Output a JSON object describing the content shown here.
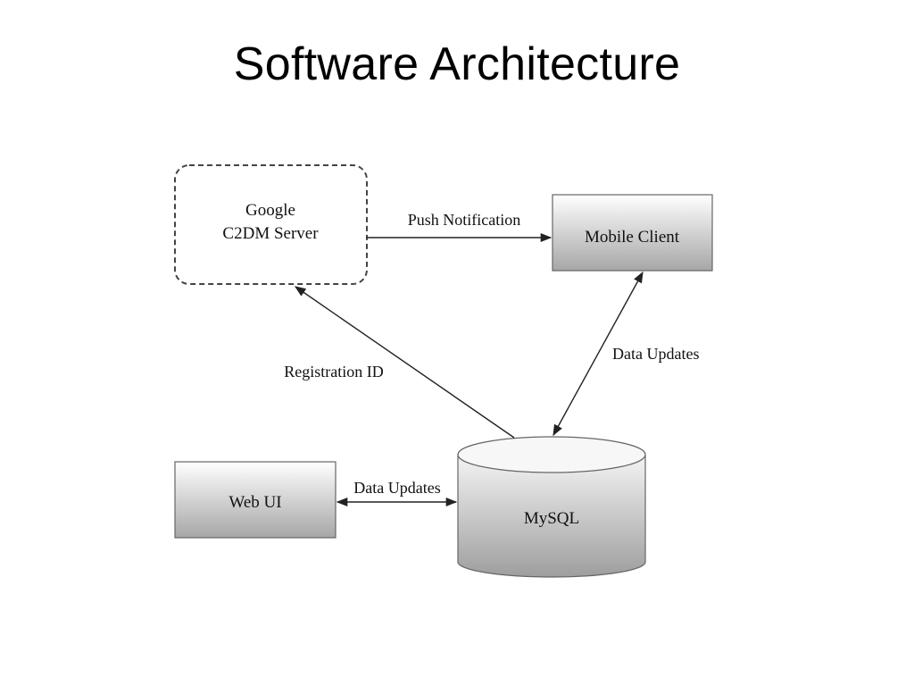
{
  "title": "Software Architecture",
  "nodes": {
    "google": {
      "line1": "Google",
      "line2": "C2DM Server"
    },
    "mobile": {
      "label": "Mobile Client"
    },
    "webui": {
      "label": "Web UI"
    },
    "mysql": {
      "label": "MySQL"
    }
  },
  "edges": {
    "push": "Push Notification",
    "registration": "Registration ID",
    "data_mobile": "Data Updates",
    "data_web": "Data Updates"
  },
  "colors": {
    "box_top": "#ffffff",
    "box_bottom": "#a8a8a8",
    "stroke": "#555555",
    "arrow": "#222222"
  }
}
